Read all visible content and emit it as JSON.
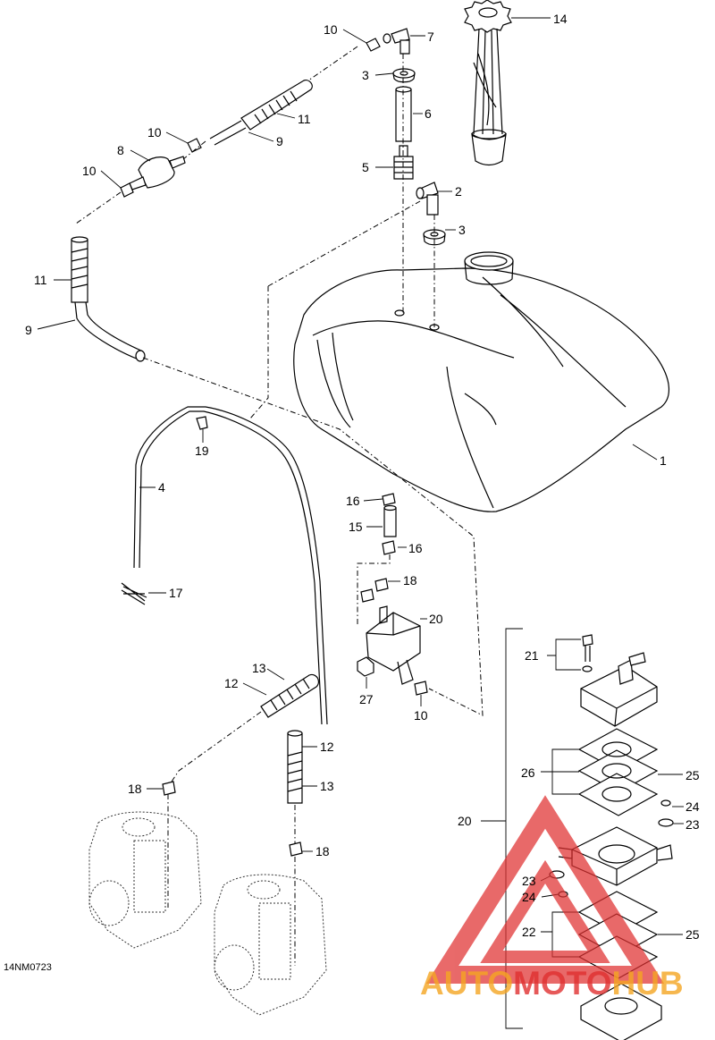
{
  "diagram": {
    "reference_code": "14NM0723",
    "callouts": [
      {
        "id": "c10a",
        "label": "10"
      },
      {
        "id": "c7",
        "label": "7"
      },
      {
        "id": "c14",
        "label": "14"
      },
      {
        "id": "c3a",
        "label": "3"
      },
      {
        "id": "c6",
        "label": "6"
      },
      {
        "id": "c11a",
        "label": "11"
      },
      {
        "id": "c10b",
        "label": "10"
      },
      {
        "id": "c9a",
        "label": "9"
      },
      {
        "id": "c8",
        "label": "8"
      },
      {
        "id": "c5",
        "label": "5"
      },
      {
        "id": "c10c",
        "label": "10"
      },
      {
        "id": "c2",
        "label": "2"
      },
      {
        "id": "c3b",
        "label": "3"
      },
      {
        "id": "c11b",
        "label": "11"
      },
      {
        "id": "c9b",
        "label": "9"
      },
      {
        "id": "c1",
        "label": "1"
      },
      {
        "id": "c19",
        "label": "19"
      },
      {
        "id": "c4",
        "label": "4"
      },
      {
        "id": "c16a",
        "label": "16"
      },
      {
        "id": "c15",
        "label": "15"
      },
      {
        "id": "c16b",
        "label": "16"
      },
      {
        "id": "c18a",
        "label": "18"
      },
      {
        "id": "c17",
        "label": "17"
      },
      {
        "id": "c20a",
        "label": "20"
      },
      {
        "id": "c21",
        "label": "21"
      },
      {
        "id": "c13a",
        "label": "13"
      },
      {
        "id": "c12a",
        "label": "12"
      },
      {
        "id": "c27",
        "label": "27"
      },
      {
        "id": "c10d",
        "label": "10"
      },
      {
        "id": "c12b",
        "label": "12"
      },
      {
        "id": "c26",
        "label": "26"
      },
      {
        "id": "c25a",
        "label": "25"
      },
      {
        "id": "c18b",
        "label": "18"
      },
      {
        "id": "c13b",
        "label": "13"
      },
      {
        "id": "c24a",
        "label": "24"
      },
      {
        "id": "c20b",
        "label": "20"
      },
      {
        "id": "c23a",
        "label": "23"
      },
      {
        "id": "c18c",
        "label": "18"
      },
      {
        "id": "c23b",
        "label": "23"
      },
      {
        "id": "c24b",
        "label": "24"
      },
      {
        "id": "c22",
        "label": "22"
      },
      {
        "id": "c25b",
        "label": "25"
      }
    ]
  },
  "watermark": {
    "part1": "AUTO",
    "part2": "MOTO",
    "part3": "HUB",
    "color_orange": "#f5a623",
    "color_red": "#e03030"
  }
}
